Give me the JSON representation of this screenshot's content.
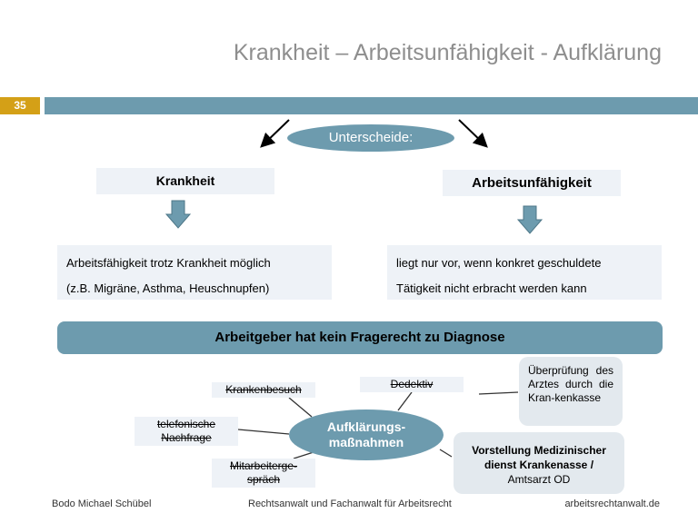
{
  "slide": {
    "title": "Krankheit – Arbeitsunfähigkeit - Aufklärung",
    "page_number": "35",
    "accent_bar_color": "#6d9bae",
    "page_number_color": "#d4a017"
  },
  "diagram": {
    "center_top": "Unterscheide:",
    "left_header": "Krankheit",
    "right_header": "Arbeitsunfähigkeit",
    "left_desc": {
      "line1": "Arbeitsfähigkeit trotz Krankheit möglich",
      "line2": "(z.B. Migräne, Asthma, Heuschnupfen)"
    },
    "right_desc": {
      "line1": "liegt nur vor, wenn konkret geschuldete",
      "line2": "Tätigkeit nicht erbracht werden kann"
    },
    "banner": "Arbeitgeber  hat kein Fragerecht zu Diagnose",
    "center_mid": {
      "line1": "Aufklärungs-",
      "line2": "maßnahmen"
    },
    "measures": {
      "krankenbesuch": "Krankenbesuch",
      "detektiv": "Dedektiv",
      "telefon": {
        "line1": "telefonische",
        "line2": "Nachfrage"
      },
      "mitarbeiter": {
        "line1": "Mitarbeiterge-",
        "line2": "spräch"
      },
      "ueberpruefung": "Überprüfung des Arztes durch die Kran-kenkasse",
      "vorstellung": {
        "line1": "Vorstellung Medizinischer",
        "line2": "dienst Krankenasse /",
        "line3": "Amtsarzt OD"
      }
    }
  },
  "footer": {
    "author": "Bodo Michael Schübel",
    "role": "Rechtsanwalt und Fachanwalt für Arbeitsrecht",
    "website": "arbeitsrechtanwalt.de"
  }
}
